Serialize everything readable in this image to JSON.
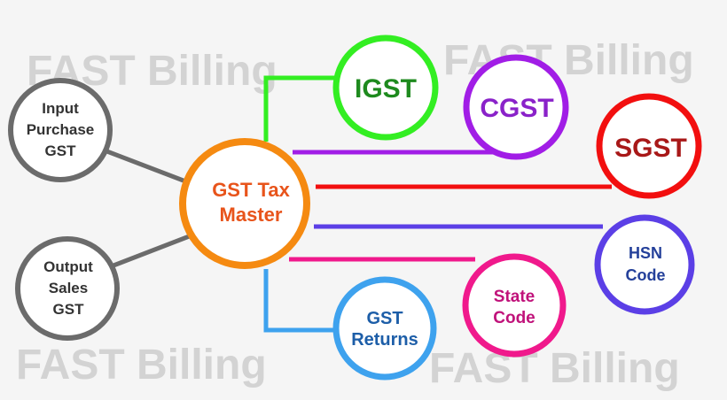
{
  "watermark": "FAST Billing",
  "center": {
    "lines": [
      "GST Tax",
      "Master"
    ],
    "color": "#f58a11",
    "text_color": "#e8541b"
  },
  "left_nodes": [
    {
      "id": "input-purchase-gst",
      "lines": [
        "Input",
        "Purchase",
        "GST"
      ],
      "color": "#6b6b6b",
      "text_color": "#333333"
    },
    {
      "id": "output-sales-gst",
      "lines": [
        "Output",
        "Sales",
        "GST"
      ],
      "color": "#6b6b6b",
      "text_color": "#333333"
    }
  ],
  "right_nodes": [
    {
      "id": "igst",
      "lines": [
        "IGST"
      ],
      "color": "#33ee22",
      "text_color": "#1e8a1e"
    },
    {
      "id": "cgst",
      "lines": [
        "CGST"
      ],
      "color": "#a11de6",
      "text_color": "#8a22c9"
    },
    {
      "id": "sgst",
      "lines": [
        "SGST"
      ],
      "color": "#f20f0f",
      "text_color": "#a81818"
    },
    {
      "id": "hsn-code",
      "lines": [
        "HSN",
        "Code"
      ],
      "color": "#5b3fe6",
      "text_color": "#24409a"
    },
    {
      "id": "state-code",
      "lines": [
        "State",
        "Code"
      ],
      "color": "#f0198c",
      "text_color": "#c0127a"
    },
    {
      "id": "gst-returns",
      "lines": [
        "GST",
        "Returns"
      ],
      "color": "#3ea2ee",
      "text_color": "#1d5ea8"
    }
  ]
}
